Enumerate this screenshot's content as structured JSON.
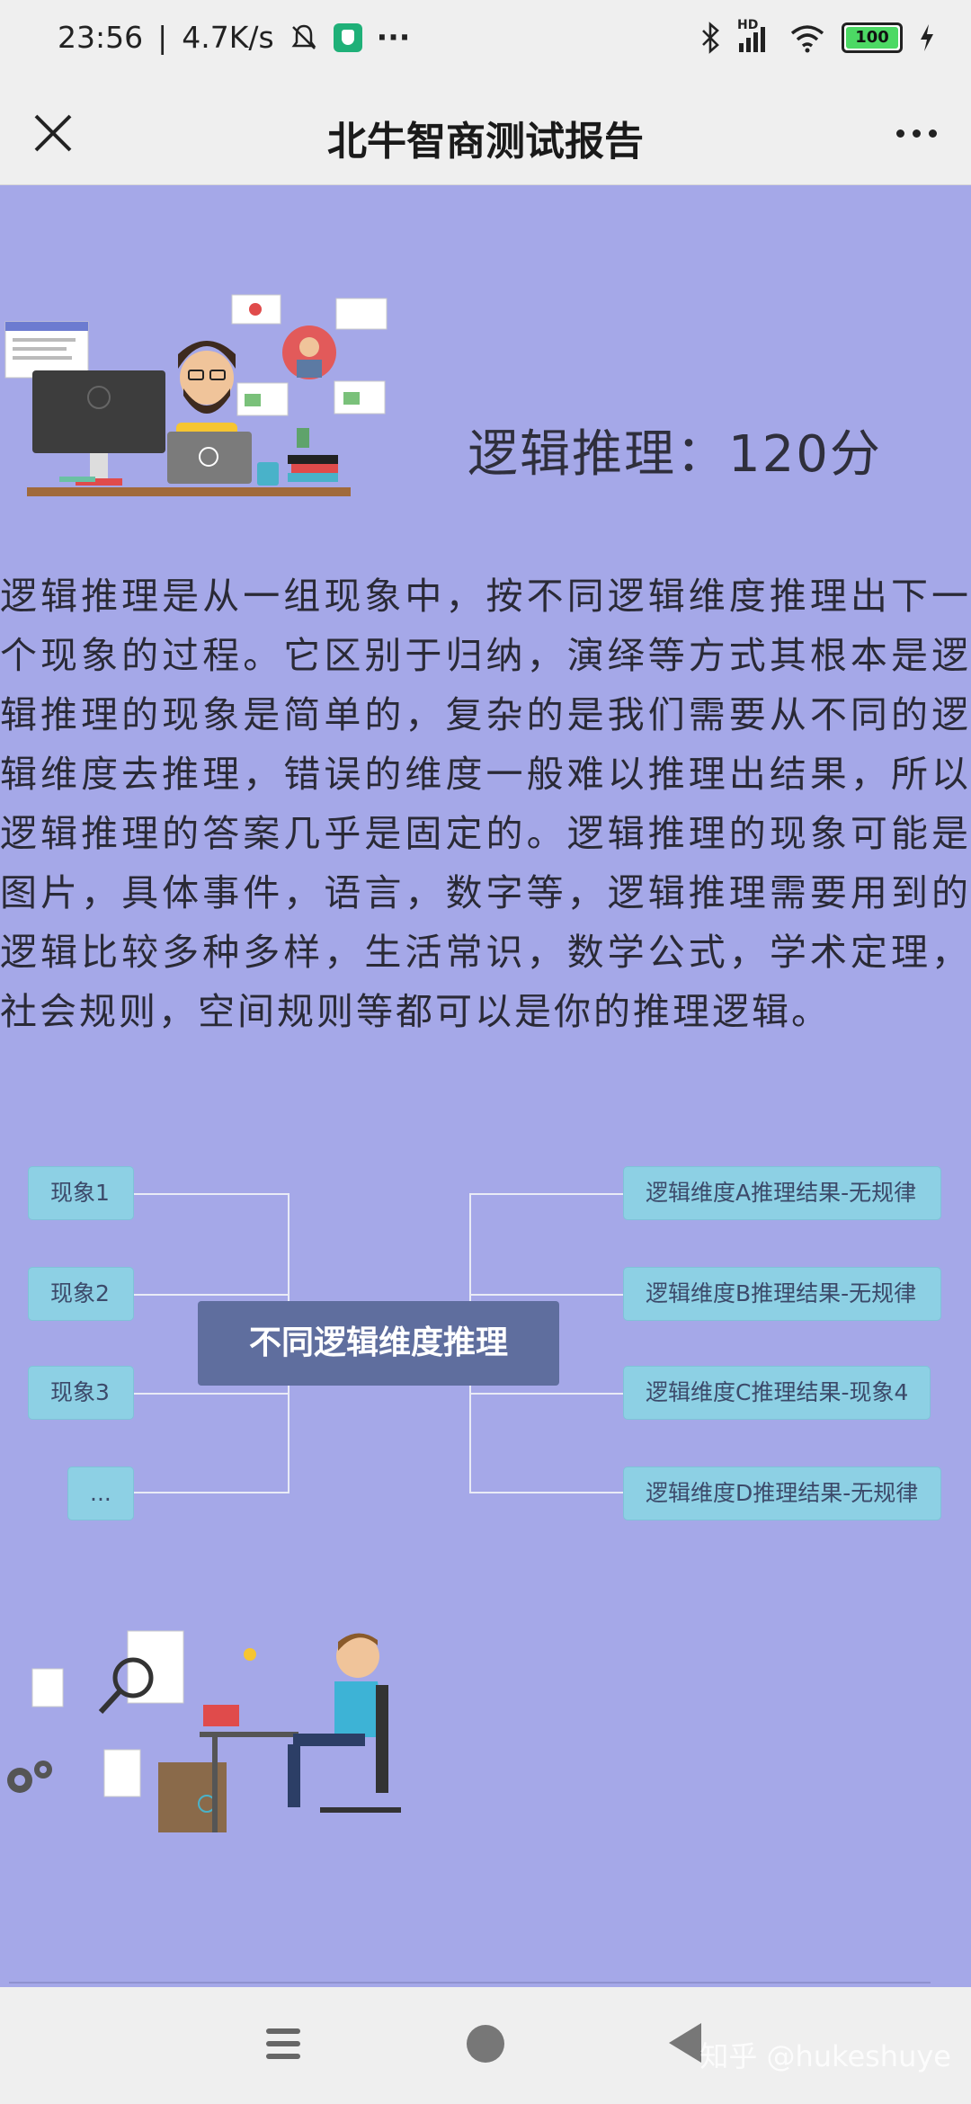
{
  "status": {
    "time": "23:56",
    "speed": "4.7K/s",
    "dots": "···",
    "battery": "100",
    "network": "HD"
  },
  "header": {
    "title": "北牛智商测试报告"
  },
  "score": {
    "label": "逻辑推理：120分"
  },
  "description": "逻辑推理是从一组现象中，按不同逻辑维度推理出下一个现象的过程。它区别于归纳，演绎等方式其根本是逻辑推理的现象是简单的，复杂的是我们需要从不同的逻辑维度去推理，错误的维度一般难以推理出结果，所以逻辑推理的答案几乎是固定的。逻辑推理的现象可能是图片，具体事件，语言，数字等，逻辑推理需要用到的逻辑比较多种多样，生活常识，数学公式，学术定理，社会规则，空间规则等都可以是你的推理逻辑。",
  "mindmap": {
    "center": "不同逻辑维度推理",
    "left": [
      "现象1",
      "现象2",
      "现象3",
      "..."
    ],
    "right": [
      "逻辑维度A推理结果-无规律",
      "逻辑维度B推理结果-无规律",
      "逻辑维度C推理结果-现象4",
      "逻辑维度D推理结果-无规律"
    ]
  },
  "watermark": "知乎 @hukeshuye",
  "colors": {
    "background": "#a5a8e8",
    "node": "#8dd0e4",
    "center_node": "#5f6e9e"
  }
}
